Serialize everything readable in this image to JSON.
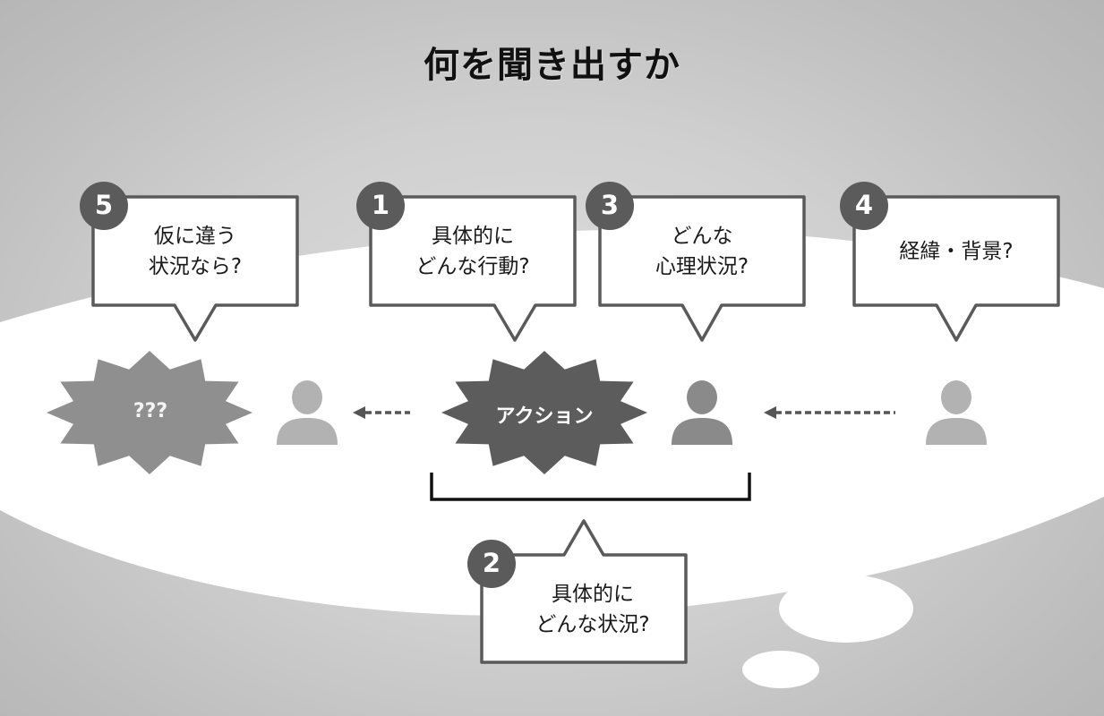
{
  "title": "何を聞き出すか",
  "colors": {
    "bubble_border": "#5a5a5a",
    "badge_fill": "#5b5b5b",
    "burst_action": "#5c5c5c",
    "burst_unknown": "#8f8f8f",
    "person_dark": "#8a8a8a",
    "person_light": "#b2b2b2",
    "arrow": "#555555",
    "cloud": "#ffffff"
  },
  "bubbles": [
    {
      "id": "5",
      "number": "5",
      "lines": [
        "仮に違う",
        "状況なら?"
      ]
    },
    {
      "id": "1",
      "number": "1",
      "lines": [
        "具体的に",
        "どんな行動?"
      ]
    },
    {
      "id": "3",
      "number": "3",
      "lines": [
        "どんな",
        "心理状況?"
      ]
    },
    {
      "id": "4",
      "number": "4",
      "lines": [
        "経緯・背景?"
      ]
    },
    {
      "id": "2",
      "number": "2",
      "lines": [
        "具体的に",
        "どんな状況?"
      ]
    }
  ],
  "bursts": {
    "unknown": "???",
    "action": "アクション"
  },
  "icons": {
    "person": "person-icon",
    "arrow": "dashed-arrow-left-icon",
    "bracket": "bracket"
  }
}
